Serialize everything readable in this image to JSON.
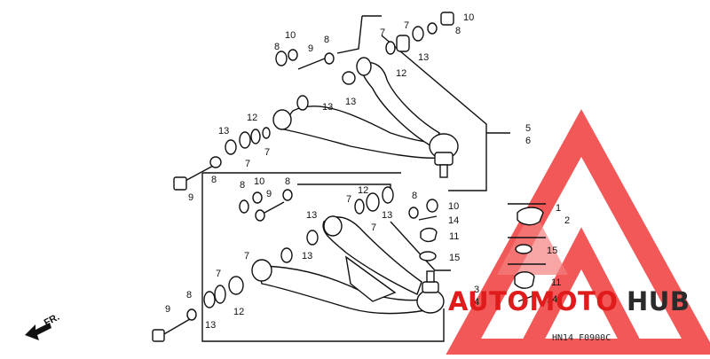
{
  "diagram": {
    "upper_arm": {
      "callouts": [
        {
          "id": "u-10-top",
          "text": "10"
        },
        {
          "id": "u-8-top",
          "text": "8"
        },
        {
          "id": "u-7-top",
          "text": "7"
        },
        {
          "id": "u-13-top",
          "text": "13"
        },
        {
          "id": "u-7-b",
          "text": "7"
        },
        {
          "id": "u-12-top",
          "text": "12"
        },
        {
          "id": "u-13-mid",
          "text": "13"
        },
        {
          "id": "u-10-l",
          "text": "10"
        },
        {
          "id": "u-8-l",
          "text": "8"
        },
        {
          "id": "u-9-l",
          "text": "9"
        },
        {
          "id": "u-8-l2",
          "text": "8"
        },
        {
          "id": "u-13-l",
          "text": "13"
        },
        {
          "id": "u-12-l",
          "text": "12"
        },
        {
          "id": "u-13-l2",
          "text": "13"
        },
        {
          "id": "u-7-l",
          "text": "7"
        },
        {
          "id": "u-7-l2",
          "text": "7"
        },
        {
          "id": "u-8-bolt",
          "text": "8"
        },
        {
          "id": "u-9-bolt",
          "text": "9"
        }
      ]
    },
    "lower_arm": {
      "callouts": [
        {
          "id": "l-8-a",
          "text": "8"
        },
        {
          "id": "l-10-a",
          "text": "10"
        },
        {
          "id": "l-8-b",
          "text": "8"
        },
        {
          "id": "l-9-a",
          "text": "9"
        },
        {
          "id": "l-7-a",
          "text": "7"
        },
        {
          "id": "l-12-a",
          "text": "12"
        },
        {
          "id": "l-13-a",
          "text": "13"
        },
        {
          "id": "l-8-c",
          "text": "8"
        },
        {
          "id": "l-10-b",
          "text": "10"
        },
        {
          "id": "l-14-a",
          "text": "14"
        },
        {
          "id": "l-13-b",
          "text": "13"
        },
        {
          "id": "l-7-b",
          "text": "7"
        },
        {
          "id": "l-11-a",
          "text": "11"
        },
        {
          "id": "l-13-c",
          "text": "13"
        },
        {
          "id": "l-15-a",
          "text": "15"
        },
        {
          "id": "l-7-c",
          "text": "7"
        },
        {
          "id": "l-7-d",
          "text": "7"
        },
        {
          "id": "l-8-d",
          "text": "8"
        },
        {
          "id": "l-12-b",
          "text": "12"
        },
        {
          "id": "l-9-b",
          "text": "9"
        },
        {
          "id": "l-13-d",
          "text": "13"
        },
        {
          "id": "l-3",
          "text": "3"
        },
        {
          "id": "l-4",
          "text": "4"
        }
      ]
    },
    "assembly_refs": [
      {
        "id": "r-5",
        "text": "5"
      },
      {
        "id": "r-6",
        "text": "6"
      }
    ],
    "loose_parts": [
      {
        "id": "p-1",
        "text": "1"
      },
      {
        "id": "p-2",
        "text": "2"
      },
      {
        "id": "p-15",
        "text": "15"
      },
      {
        "id": "p-11",
        "text": "11"
      },
      {
        "id": "p-14",
        "text": "14"
      }
    ],
    "direction_marker": "FR.",
    "figure_code": "HN14  F0900C"
  },
  "watermark": {
    "brand_part1": "AUTOMOTO",
    "brand_part2": "HUB",
    "brand_color_1": "#e01b1b",
    "brand_color_2": "#2b2b2b",
    "logo_color": "#f03b3b"
  }
}
